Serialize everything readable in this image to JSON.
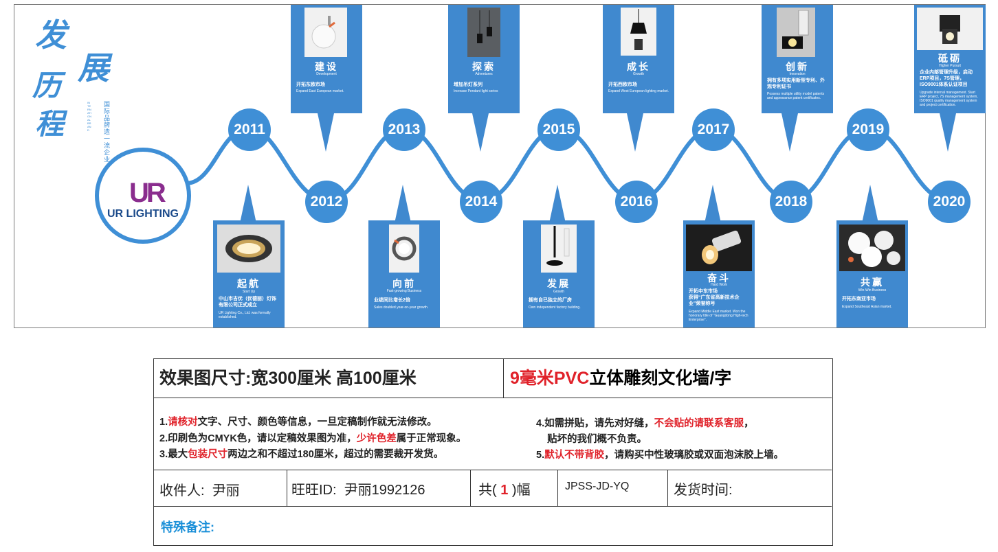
{
  "brand": {
    "title_chars": [
      "发",
      "展",
      "历",
      "程"
    ],
    "subtitle": "国际品牌 造一流企业",
    "subtitle_en": "INTERNATIONAL BRAND",
    "logo_mark": "UR",
    "logo_text": "UR LIGHTING"
  },
  "years": [
    "2011",
    "2012",
    "2013",
    "2014",
    "2015",
    "2016",
    "2017",
    "2018",
    "2019",
    "2020"
  ],
  "cards": [
    {
      "title": "起航",
      "en": "Start Up",
      "cn": "中山市吉优（优德丽）灯饰有限公司正式成立",
      "en_desc": "UR Lighting Co., Ltd. was formally established.",
      "icon": "downlight-icon"
    },
    {
      "title": "建设",
      "en": "Development",
      "cn": "开拓东欧市场",
      "en_desc": "Expand East European market.",
      "icon": "spotlight-icon"
    },
    {
      "title": "向前",
      "en": "Fast-growing Business",
      "cn": "业绩同比增长2倍",
      "en_desc": "Sales doubled year-on-year growth.",
      "icon": "ring-light-icon"
    },
    {
      "title": "探索",
      "en": "Adventures",
      "cn": "增加吊灯系列",
      "en_desc": "Increase Pendant light series",
      "icon": "pendant-icon"
    },
    {
      "title": "发展",
      "en": "Growth",
      "cn": "拥有自已独立的厂房",
      "en_desc": "Own independent factory building.",
      "icon": "pendant-black-icon"
    },
    {
      "title": "成长",
      "en": "Growth",
      "cn": "开拓西欧市场",
      "en_desc": "Expand West European lighting market.",
      "icon": "cone-pendant-icon"
    },
    {
      "title": "奋斗",
      "en": "Hard Work",
      "cn": "开拓中东市场\n获得“广东省高新技术企业”荣誉称号",
      "en_desc": "Expand Middle East market. Won the honorary title of \"Guangdong High-tech Enterprise\".",
      "icon": "cylinder-light-icon"
    },
    {
      "title": "创新",
      "en": "Innovation",
      "cn": "拥有多项实用新型专利、外观专利证书",
      "en_desc": "Possess multiple utility model patents and appearance patent certificates.",
      "icon": "track-light-icon"
    },
    {
      "title": "共赢",
      "en": "Win-Win Business",
      "cn": "开拓东南亚市场",
      "en_desc": "Expand Southeast Asian market.",
      "icon": "panel-light-icon"
    },
    {
      "title": "砥砺",
      "en": "Higher Pursuit",
      "cn": "企业内部管理升级，启动ERP项目，7S管理，ISO9001体系认证项目",
      "en_desc": "Upgrade internal management. Start ERP project, 7S management system, ISO9001 quality management system and project certification.",
      "icon": "surface-spot-icon"
    }
  ],
  "info": {
    "size_label": "效果图尺寸:宽300厘米  高100厘米",
    "product_red": "9毫米PVC",
    "product_rest": "立体雕刻文化墙/字",
    "notes": {
      "n1_a": "1.",
      "n1_red": "请核对",
      "n1_b": "文字、尺寸、颜色等信息，一旦定稿制作就无法修改。",
      "n2_a": "2.印刷色为CMYK色，请以定稿效果图为准，",
      "n2_red": "少许色差",
      "n2_b": "属于正常现象。",
      "n3_a": "3.最大",
      "n3_red": "包装尺寸",
      "n3_b": "两边之和不超过180厘米，超过的需要裁开发货。",
      "n4_a": "4.如需拼贴，请先对好缝，",
      "n4_red": "不会贴的请联系客服",
      "n4_b": "，",
      "n4_c": "贴坏的我们概不负责。",
      "n5_a": "5.",
      "n5_red": "默认不带背胶",
      "n5_b": "，请购买中性玻璃胶或双面泡沫胶上墙。"
    },
    "receiver_label": "收件人:",
    "receiver_name": "尹丽",
    "wangwang_label": "旺旺ID:",
    "wangwang_id": "尹丽1992126",
    "count_a": "共(",
    "count_num": "1",
    "count_b": ")幅",
    "code": "JPSS-JD-YQ",
    "ship_label": "发货时间:",
    "remark_label": "特殊备注:"
  },
  "colors": {
    "accent": "#3f8fd6",
    "card": "#4089cf",
    "red": "#e0222a",
    "remark": "#1a8fd8",
    "logo": "#8a2d8e"
  }
}
